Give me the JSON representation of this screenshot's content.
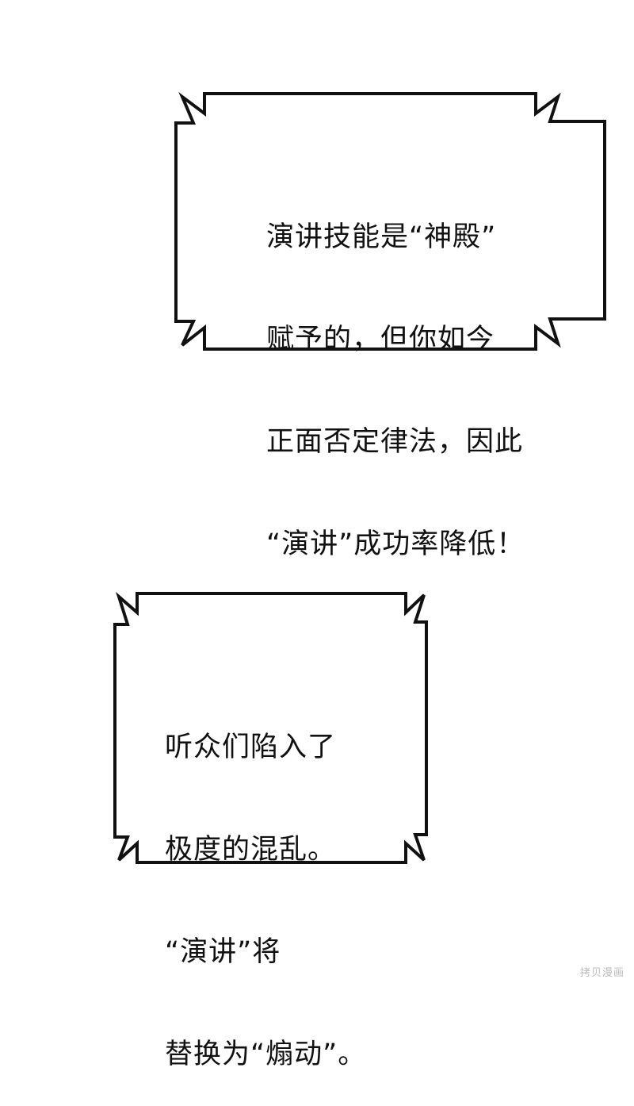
{
  "captions": [
    {
      "lines": [
        "演讲技能是“神殿”",
        "赋予的，但你如今",
        "正面否定律法，因此",
        "“演讲”成功率降低！"
      ]
    },
    {
      "lines": [
        "听众们陷入了",
        "极度的混乱。",
        "“演讲”将",
        "替换为“煽动”。"
      ]
    }
  ],
  "watermark": "拷贝漫画",
  "colors": {
    "stroke": "#111111",
    "background": "#ffffff"
  }
}
